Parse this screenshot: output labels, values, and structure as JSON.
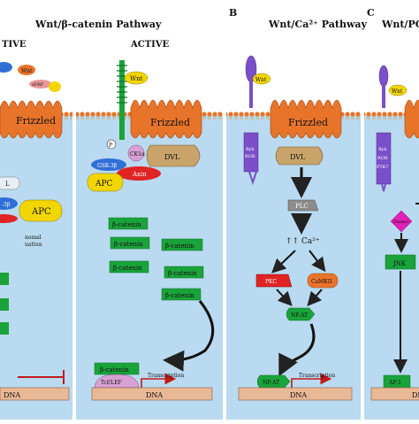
{
  "header": {
    "title_a": "Wnt/β-catenin Pathway",
    "panel_b": "B",
    "title_b": "Wnt/Ca²⁺ Pathway",
    "panel_c": "C",
    "title_c": "Wnt/PCP"
  },
  "panel_a_inactive": {
    "state": "TIVE",
    "wnt": "Wnt",
    "sfrp": "sFRP",
    "frizzled": "Frizzled",
    "apc": "APC",
    "l_frag": "L",
    "b_frag": "-3β",
    "note_1": "nomal",
    "note_2": "uatten",
    "dna": "DNA"
  },
  "panel_a_active": {
    "state": "ACTIVE",
    "wnt": "Wnt",
    "frizzled": "Frizzled",
    "p": "P",
    "ck1a": "CK1α",
    "gsk": "GSK-3β",
    "dvl": "DVL",
    "apc": "APC",
    "axin": "Axin",
    "b_catenin": "β-catenin",
    "tcf": "Tcf/LEF",
    "transcription": "Transcription",
    "dna": "DNA"
  },
  "panel_b": {
    "wnt": "Wnt",
    "frizzled": "Frizzled",
    "ryk": "Ryk",
    "ror": "ROR",
    "dvl": "DVL",
    "plc": "PLC",
    "ca": "↑↑ Ca²⁺",
    "pkc": "PKC",
    "camkii": "CaMKII",
    "nfat": "NF-AT",
    "transcription": "Transcription",
    "dna": "DNA"
  },
  "panel_c": {
    "wnt": "Wnt",
    "ryk": "Ryk",
    "ror": "ROR",
    "ptk7": "PTK7",
    "daam": "Daam1",
    "jnk": "JNK",
    "ap1": "AP-1",
    "dna": "DNA"
  },
  "colors": {
    "cytoplasm": "#b9daf0",
    "membrane_head": "#e8742a",
    "receptor": "#e8742a",
    "green_protein": "#1aa33a",
    "apc_yellow": "#f2d600",
    "dvl": "#c9a46a",
    "axin": "#e02424",
    "gsk": "#2f6fd6",
    "ryk_purple": "#7a4fc9",
    "plc_grey": "#8c8c8c",
    "dna": "#e9b896",
    "arrow_red": "#c01a1a"
  }
}
